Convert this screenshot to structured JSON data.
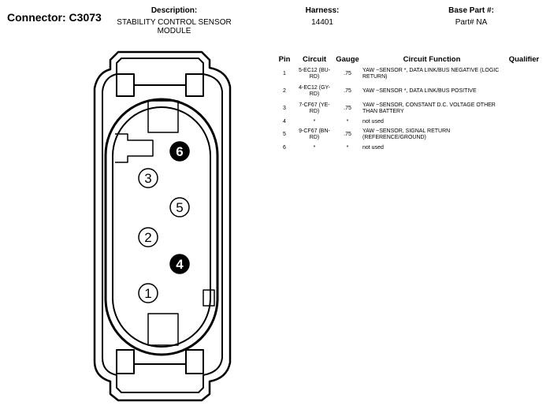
{
  "header": {
    "connector_title": "Connector: C3073",
    "description_label": "Description:",
    "description_value": "STABILITY CONTROL SENSOR MODULE",
    "harness_label": "Harness:",
    "harness_value": "14401",
    "base_part_label": "Base Part #:",
    "base_part_value": "Part# NA"
  },
  "table": {
    "headers": [
      "Pin",
      "Circuit",
      "Gauge",
      "Circuit Function",
      "Qualifier"
    ],
    "rows": [
      {
        "pin": "1",
        "circuit": "5-EC12 (BU-RD)",
        "gauge": ".75",
        "function": "YAW ~SENSOR *, DATA LINK/BUS NEGATIVE (LOGIC RETURN)",
        "qualifier": ""
      },
      {
        "pin": "2",
        "circuit": "4-EC12 (GY-RD)",
        "gauge": ".75",
        "function": "YAW ~SENSOR *, DATA LINK/BUS POSITIVE",
        "qualifier": ""
      },
      {
        "pin": "3",
        "circuit": "7-CF67 (YE-RD)",
        "gauge": ".75",
        "function": "YAW ~SENSOR, CONSTANT D.C. VOLTAGE OTHER THAN BATTERY",
        "qualifier": ""
      },
      {
        "pin": "4",
        "circuit": "*",
        "gauge": "*",
        "function": "not used",
        "qualifier": ""
      },
      {
        "pin": "5",
        "circuit": "9-CF67 (BN-RD)",
        "gauge": ".75",
        "function": "YAW ~SENSOR, SIGNAL RETURN (REFERENCE/GROUND)",
        "qualifier": ""
      },
      {
        "pin": "6",
        "circuit": "*",
        "gauge": "*",
        "function": "not used",
        "qualifier": ""
      }
    ]
  },
  "connector_pins": [
    {
      "label": "6",
      "filled": true
    },
    {
      "label": "3",
      "filled": false
    },
    {
      "label": "5",
      "filled": false
    },
    {
      "label": "2",
      "filled": false
    },
    {
      "label": "4",
      "filled": true
    },
    {
      "label": "1",
      "filled": false
    }
  ]
}
